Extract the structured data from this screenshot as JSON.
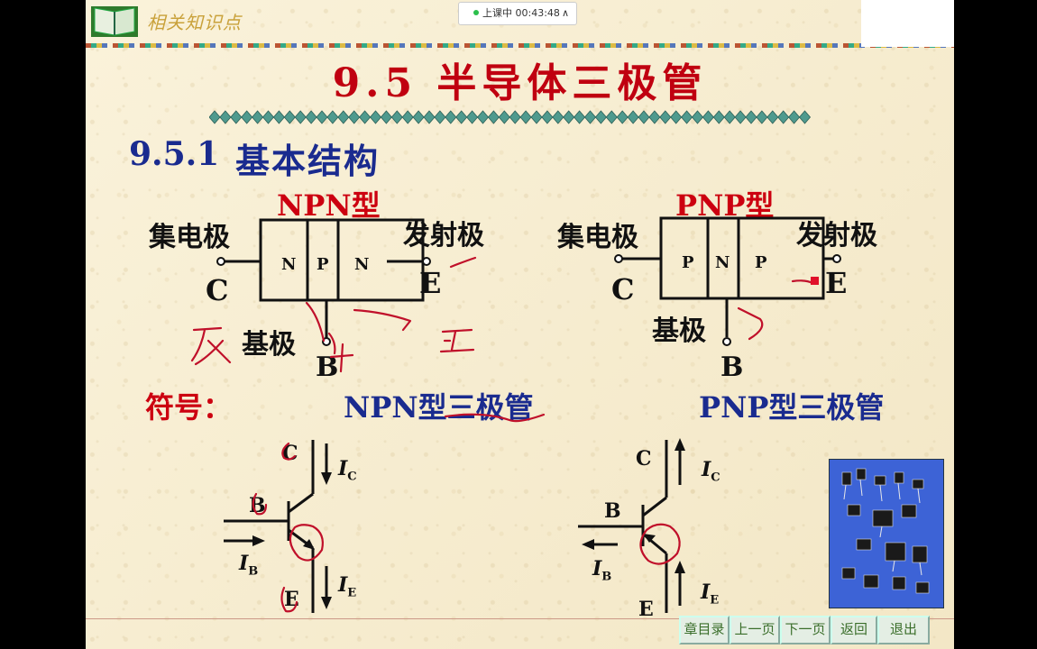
{
  "recording": {
    "text": "上课中 00:43:48",
    "icon": "chevron-up-icon"
  },
  "header": {
    "link": "相关知识点",
    "icon": "book-icon"
  },
  "title": "9.5  半导体三极管",
  "section": {
    "number": "9.5.1",
    "title": "基本结构"
  },
  "npn": {
    "type": "NPN型",
    "collector": "集电极",
    "emitter": "发射极",
    "base": "基极",
    "C": "C",
    "E": "E",
    "B": "B",
    "regions": [
      "N",
      "P",
      "N"
    ]
  },
  "pnp": {
    "type": "PNP型",
    "collector": "集电极",
    "emitter": "发射极",
    "base": "基极",
    "C": "C",
    "E": "E",
    "B": "B",
    "regions": [
      "P",
      "N",
      "P"
    ]
  },
  "symbol": {
    "label": "符号：",
    "npn_name": "NPN型三极管",
    "pnp_name": "PNP型三极管"
  },
  "npn_symbol": {
    "C": "C",
    "B": "B",
    "E": "E",
    "IC": "I",
    "IC_sub": "C",
    "IB": "I",
    "IB_sub": "B",
    "IE": "I",
    "IE_sub": "E"
  },
  "pnp_symbol": {
    "C": "C",
    "B": "B",
    "E": "E",
    "IC": "I",
    "IC_sub": "C",
    "IB": "I",
    "IB_sub": "B",
    "IE": "I",
    "IE_sub": "E"
  },
  "annotations": {
    "fan": "反",
    "zheng": "正"
  },
  "nav": {
    "chapter": "章目录",
    "prev": "上一页",
    "next": "下一页",
    "back": "返回",
    "exit": "退出"
  },
  "colors": {
    "title": "#cc0010",
    "section": "#1a2b8f",
    "ink": "#c0102a",
    "nav_text": "#3a6e2a"
  }
}
